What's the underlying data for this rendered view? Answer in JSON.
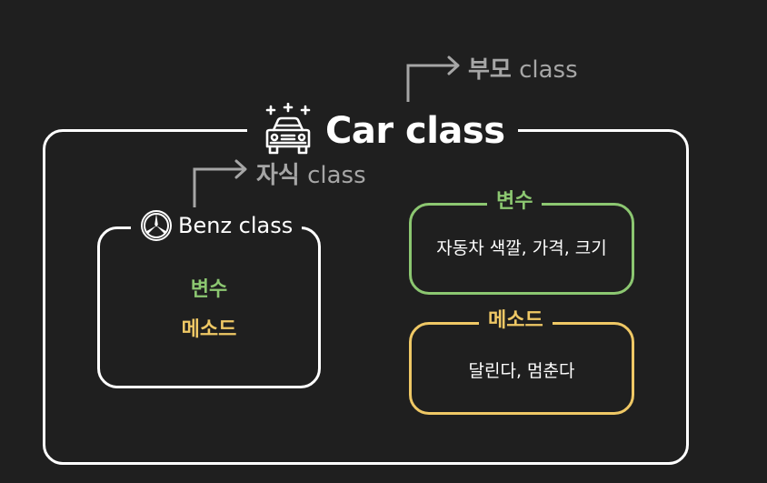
{
  "diagram": {
    "parent_label": {
      "korean": "부모",
      "suffix": " class"
    },
    "child_label": {
      "korean": "자식",
      "suffix": " class"
    },
    "car": {
      "title": "Car class",
      "icon": "car-icon"
    },
    "benz": {
      "title": "Benz class",
      "icon": "mercedes-logo-icon",
      "variables_label": "변수",
      "methods_label": "메소드"
    },
    "variables_box": {
      "title": "변수",
      "content": "자동차 색깔, 가격, 크기"
    },
    "methods_box": {
      "title": "메소드",
      "content": "달린다,  멈춘다"
    }
  },
  "colors": {
    "background": "#1f1f1f",
    "frame": "#ffffff",
    "variables": "#8cc771",
    "methods": "#efc865",
    "muted": "#a6a6a6"
  }
}
